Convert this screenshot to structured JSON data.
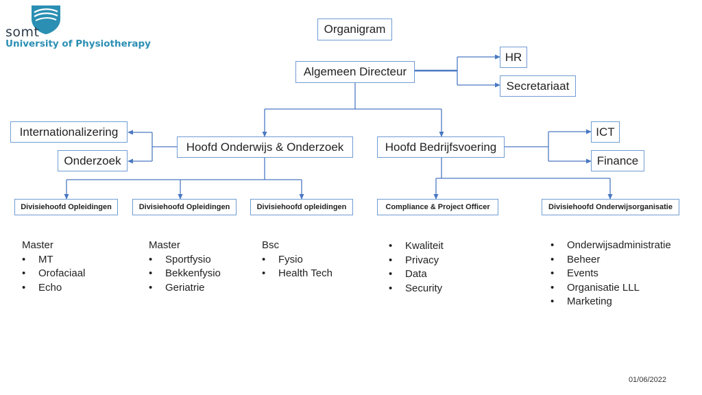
{
  "logo": {
    "name": "somt",
    "subtitle": "University of Physiotherapy"
  },
  "title": "Organigram",
  "nodes": {
    "director": "Algemeen Directeur",
    "hr": "HR",
    "secretariaat": "Secretariaat",
    "internationalizering": "Internationalizering",
    "onderzoek": "Onderzoek",
    "hoofd_onderwijs": "Hoofd Onderwijs & Onderzoek",
    "hoofd_bedrijf": "Hoofd Bedrijfsvoering",
    "ict": "ICT",
    "finance": "Finance",
    "div1": "Divisiehoofd Opleidingen",
    "div2": "Divisiehoofd Opleidingen",
    "div3": "Divisiehoofd opleidingen",
    "compliance": "Compliance & Project Officer",
    "div_org": "Divisiehoofd Onderwijsorganisatie"
  },
  "lists": {
    "col1": {
      "heading": "Master",
      "items": [
        "MT",
        "Orofaciaal",
        "Echo"
      ]
    },
    "col2": {
      "heading": "Master",
      "items": [
        "Sportfysio",
        "Bekkenfysio",
        "Geriatrie"
      ]
    },
    "col3": {
      "heading": "Bsc",
      "items": [
        "Fysio",
        "Health Tech"
      ]
    },
    "col4": {
      "items": [
        "Kwaliteit",
        "Privacy",
        "Data",
        "Security"
      ]
    },
    "col5": {
      "items": [
        "Onderwijsadministratie",
        "Beheer",
        "Events",
        "Organisatie LLL",
        "Marketing"
      ]
    }
  },
  "date": "01/06/2022",
  "colors": {
    "box_border": "#6e9bd3",
    "connector": "#4a78c2",
    "logo_accent": "#2a8fb3"
  }
}
